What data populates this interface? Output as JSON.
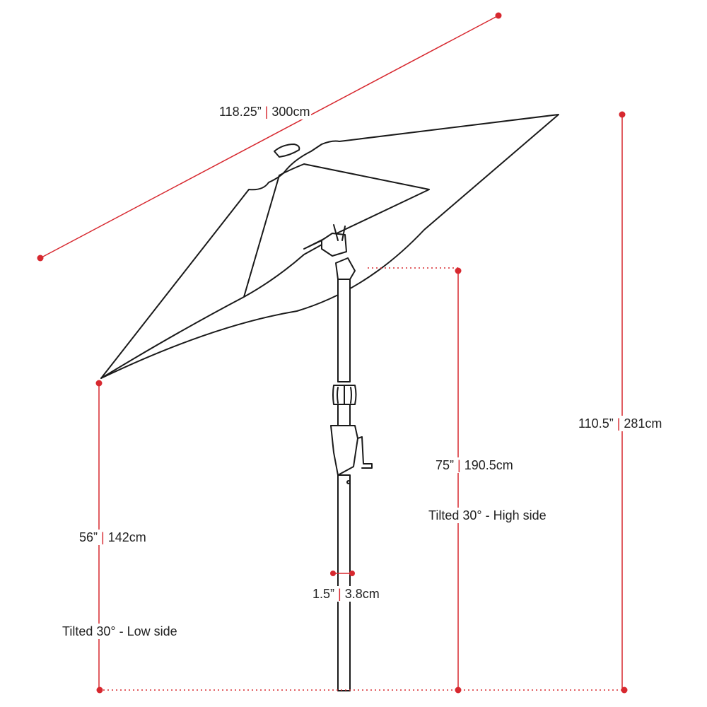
{
  "colors": {
    "dimension": "#d7282f",
    "outline": "#1a1a1a",
    "text": "#222222"
  },
  "dimensions": {
    "canopy_width": {
      "imperial": "118.25”",
      "metric": "300cm"
    },
    "total_height": {
      "imperial": "110.5”",
      "metric": "281cm"
    },
    "high_side": {
      "imperial": "75”",
      "metric": "190.5cm",
      "note": "Tilted 30° - High side"
    },
    "low_side": {
      "imperial": "56”",
      "metric": "142cm",
      "note": "Tilted 30° - Low side"
    },
    "pole_diameter": {
      "imperial": "1.5”",
      "metric": "3.8cm"
    }
  },
  "separator": "|"
}
